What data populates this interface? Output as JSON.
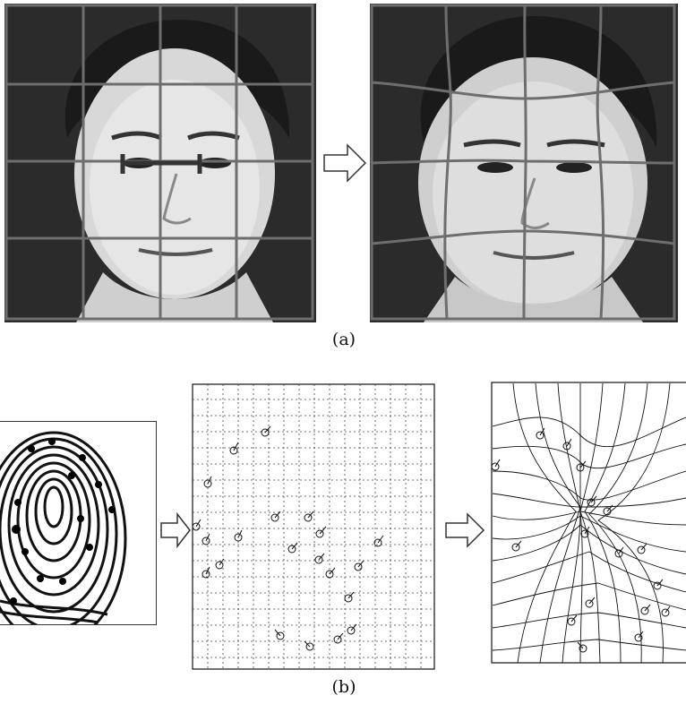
{
  "figure": {
    "caption_a": "(a)",
    "caption_b": "(b)"
  },
  "colors": {
    "background": "#ffffff",
    "photo_background": "#2b2b2b",
    "grid_gray": "#6e6e6e",
    "ink": "#111111"
  },
  "panels": {
    "a": {
      "left_image": "face-with-regular-grid",
      "right_image": "face-with-warped-grid",
      "arrow": "right-arrow"
    },
    "b": {
      "left_image": "fingerprint-with-minutiae",
      "middle_image": "minutiae-on-regular-dotted-grid",
      "right_image": "minutiae-on-deformed-grid",
      "arrows": [
        "right-arrow",
        "right-arrow"
      ]
    }
  }
}
